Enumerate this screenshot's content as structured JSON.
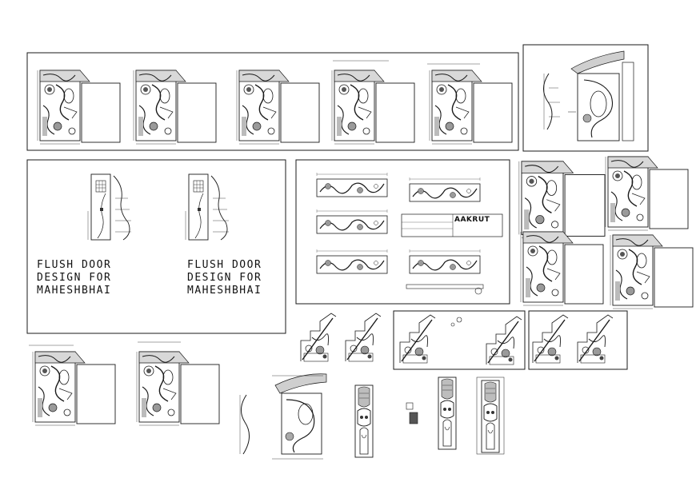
{
  "sheet": {
    "background": "#ffffff",
    "line_color": "#1a1a1a"
  },
  "flush_door_labels": [
    {
      "line1": "FLUSH DOOR",
      "line2": "DESIGN FOR",
      "line3": "MAHESHBHAI"
    },
    {
      "line1": "FLUSH DOOR",
      "line2": "DESIGN FOR",
      "line3": "MAHESHBHAI"
    }
  ],
  "title_block": {
    "brand": "AAKRUT"
  },
  "icons": {
    "door_drawing": "door-elevation-icon",
    "profile_drawing": "door-profile-icon"
  }
}
